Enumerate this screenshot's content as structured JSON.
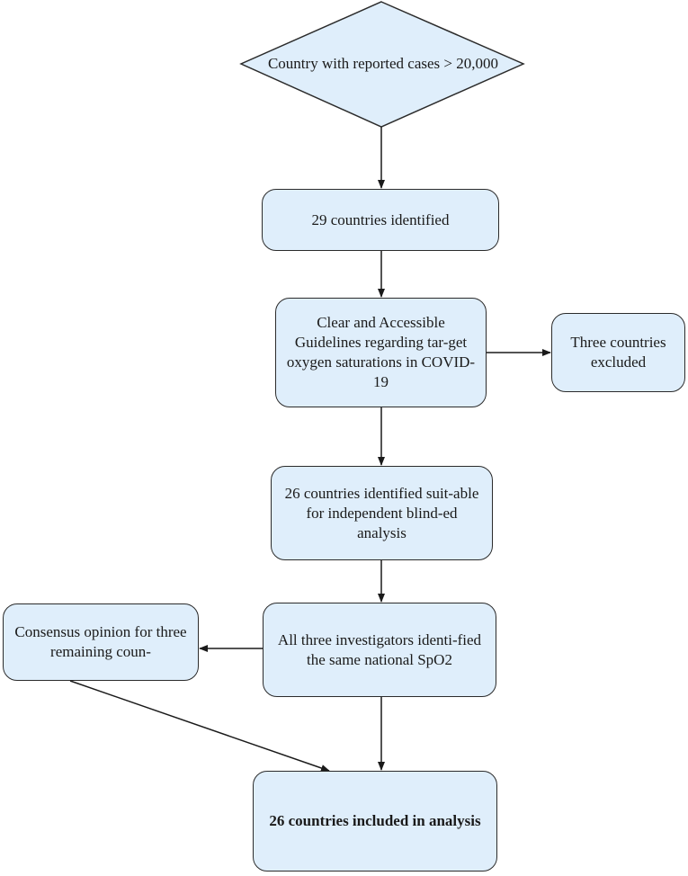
{
  "start": {
    "text": "Country with reported cases > 20,000"
  },
  "step1": {
    "text": "29 countries identified"
  },
  "step2": {
    "text": "Clear and Accessible Guidelines regarding tar-get oxygen saturations in COVID-19"
  },
  "excluded": {
    "text": "Three countries excluded"
  },
  "step3": {
    "text": "26 countries identified suit-able for independent blind-ed analysis"
  },
  "step4": {
    "text": "All three investigators identi-fied the same national SpO2"
  },
  "consensus": {
    "text": "Consensus opinion for three remaining coun-"
  },
  "final": {
    "text": "26 countries included in analysis"
  },
  "colors": {
    "box_fill": "#dfeefb",
    "border": "#2b2b2b"
  }
}
